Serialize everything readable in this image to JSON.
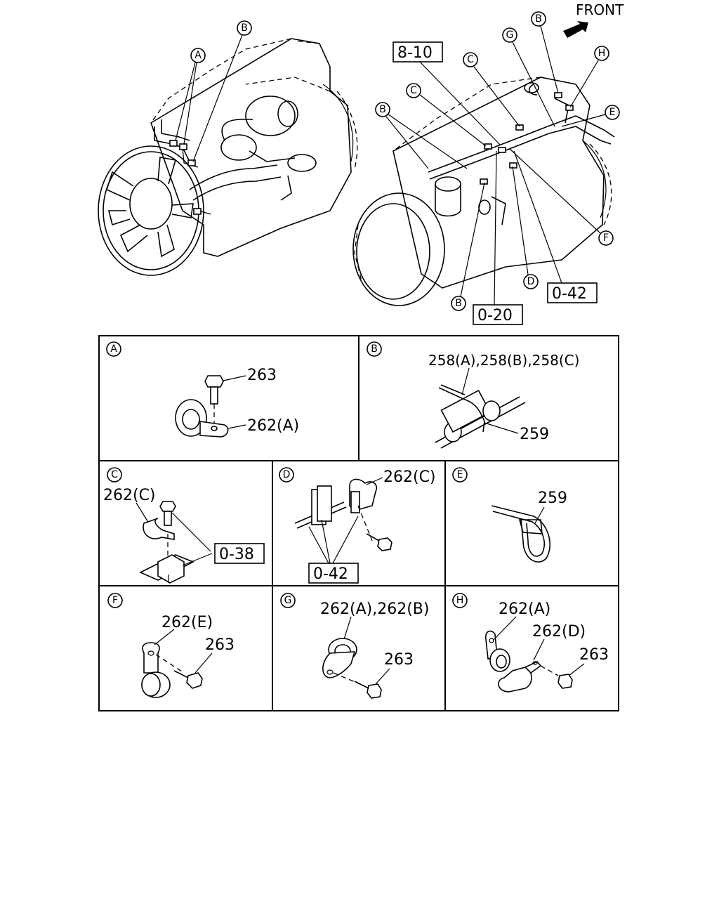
{
  "front_label": "FRONT",
  "refs": {
    "r_8_10": "8-10",
    "r_0_20": "0-20",
    "r_0_42_top": "0-42",
    "r_0_38": "0-38",
    "r_0_42_d": "0-42"
  },
  "callouts": {
    "A": "A",
    "B": "B",
    "C": "C",
    "D": "D",
    "E": "E",
    "F": "F",
    "G": "G",
    "H": "H"
  },
  "panels": {
    "A": {
      "letter": "A",
      "p1": "263",
      "p2": "262(A)"
    },
    "B": {
      "letter": "B",
      "p1": "258(A),258(B),258(C)",
      "p2": "259"
    },
    "C": {
      "letter": "C",
      "p1": "262(C)"
    },
    "D": {
      "letter": "D",
      "p1": "262(C)"
    },
    "E": {
      "letter": "E",
      "p1": "259"
    },
    "F": {
      "letter": "F",
      "p1": "262(E)",
      "p2": "263"
    },
    "G": {
      "letter": "G",
      "p1": "262(A),262(B)",
      "p2": "263"
    },
    "H": {
      "letter": "H",
      "p1": "262(A)",
      "p2": "262(D)",
      "p3": "263"
    }
  }
}
